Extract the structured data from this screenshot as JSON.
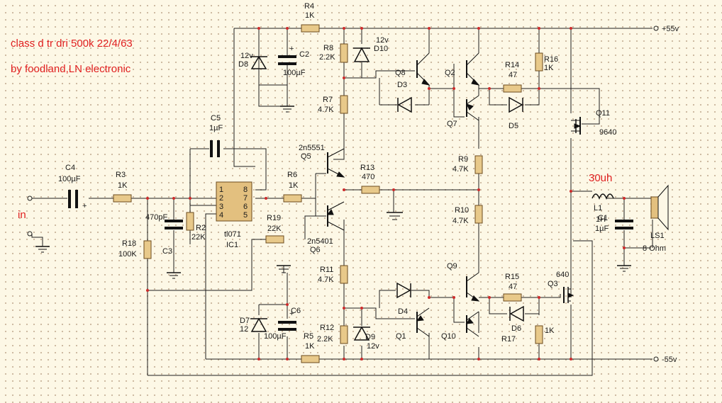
{
  "title_line1": "class d tr dri 500k 22/4/63",
  "title_line2": "by foodland,LN electronic",
  "input_label": "in",
  "rail_pos": "+55v",
  "rail_neg": "-55v",
  "inductor_note": "30uh",
  "components": {
    "R4": {
      "ref": "R4",
      "value": "1K"
    },
    "R8": {
      "ref": "R8",
      "value": "2.2K"
    },
    "D10": {
      "ref": "D10",
      "value": "12v"
    },
    "D8": {
      "ref": "D8",
      "value": "12v"
    },
    "C2": {
      "ref": "C2",
      "value": "100µF"
    },
    "Q8": {
      "ref": "Q8"
    },
    "Q2": {
      "ref": "Q2"
    },
    "R14": {
      "ref": "R14",
      "value": "47"
    },
    "R16": {
      "ref": "R16",
      "value": "1K"
    },
    "D3": {
      "ref": "D3"
    },
    "R7": {
      "ref": "R7",
      "value": "4.7K"
    },
    "Q7": {
      "ref": "Q7"
    },
    "D5": {
      "ref": "D5"
    },
    "Q11": {
      "ref": "Q11",
      "value": "9640"
    },
    "C5": {
      "ref": "C5",
      "value": "1µF"
    },
    "Q5": {
      "ref": "Q5",
      "value": "2n5551"
    },
    "R13": {
      "ref": "R13",
      "value": "470"
    },
    "R9": {
      "ref": "R9",
      "value": "4.7K"
    },
    "C4": {
      "ref": "C4",
      "value": "100µF"
    },
    "R3": {
      "ref": "R3",
      "value": "1K"
    },
    "R6": {
      "ref": "R6",
      "value": "1K"
    },
    "C3": {
      "ref": "C3",
      "value": "470pF"
    },
    "R2": {
      "ref": "R2",
      "value": "22K"
    },
    "IC1": {
      "ref": "IC1",
      "value": "tl071"
    },
    "R19": {
      "ref": "R19",
      "value": "22K"
    },
    "R18": {
      "ref": "R18",
      "value": "100K"
    },
    "Q6": {
      "ref": "Q6",
      "value": "2n5401"
    },
    "R10": {
      "ref": "R10",
      "value": "4.7K"
    },
    "L1": {
      "ref": "L1",
      "value": "1H"
    },
    "C1": {
      "ref": "C1",
      "value": "1µF"
    },
    "LS1": {
      "ref": "LS1",
      "value": "8 Ohm"
    },
    "R11": {
      "ref": "R11",
      "value": "4.7K"
    },
    "Q9": {
      "ref": "Q9"
    },
    "R15": {
      "ref": "R15",
      "value": "47"
    },
    "Q3": {
      "ref": "Q3",
      "value": "640"
    },
    "D4": {
      "ref": "D4"
    },
    "D6": {
      "ref": "D6"
    },
    "R17": {
      "ref": "R17",
      "value": "1K"
    },
    "D7": {
      "ref": "D7",
      "value": "12"
    },
    "C6": {
      "ref": "C6",
      "value": "100µF"
    },
    "R5": {
      "ref": "R5",
      "value": "1K"
    },
    "R12": {
      "ref": "R12",
      "value": "2.2K"
    },
    "D9": {
      "ref": "D9",
      "value": "12v"
    },
    "Q1": {
      "ref": "Q1"
    },
    "Q10": {
      "ref": "Q10"
    }
  },
  "ic_pins": [
    "1",
    "2",
    "3",
    "4",
    "8",
    "7",
    "6",
    "5"
  ],
  "colors": {
    "wire": "#1e1e1e",
    "resistor_fill": "#e8c98a",
    "ic_fill": "#e3c07f",
    "annotation_red": "#e02020",
    "junction": "#cc2a2a"
  }
}
